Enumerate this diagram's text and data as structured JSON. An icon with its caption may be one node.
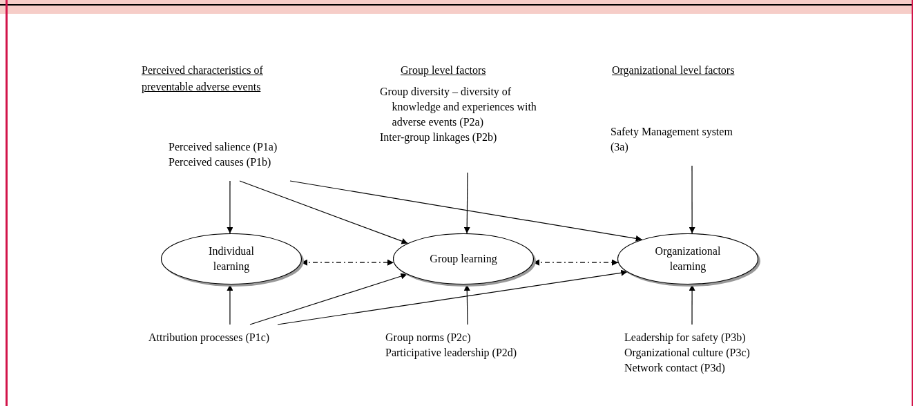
{
  "diagram": {
    "nodes": [
      {
        "text": [
          "Individual learning"
        ]
      },
      {
        "text": [
          "Group learning"
        ]
      },
      {
        "text": [
          "Organizational learning"
        ]
      },
      {
        "text": [
          "Perceived salience (P1a)",
          "Perceived causes (P1b)"
        ]
      },
      {
        "text": [
          "Group diversity – diversity of knowledge and experiences with adverse events (P2a)",
          "Inter-group linkages (P2b)"
        ]
      },
      {
        "text": [
          "Safety Management system (3a)"
        ]
      },
      {
        "text": [
          "Attribution processes (P1c)"
        ]
      },
      {
        "text": [
          "Group norms (P2c)",
          "Participative leadership (P2d)"
        ]
      },
      {
        "text": [
          "Leadership for safety (P3b)",
          "Organizational culture (P3c)",
          "Network contact (P3d)"
        ]
      }
    ],
    "edges": [
      {
        "from": 3,
        "to": 0,
        "arrow": "to"
      },
      {
        "from": 3,
        "to": 1,
        "arrow": "to"
      },
      {
        "from": 3,
        "to": 2,
        "arrow": "to"
      },
      {
        "from": 4,
        "to": 1,
        "arrow": "to"
      },
      {
        "from": 5,
        "to": 2,
        "arrow": "to"
      },
      {
        "from": 6,
        "to": 0,
        "arrow": "to"
      },
      {
        "from": 6,
        "to": 1,
        "arrow": "to"
      },
      {
        "from": 6,
        "to": 2,
        "arrow": "to"
      },
      {
        "from": 7,
        "to": 1,
        "arrow": "to"
      },
      {
        "from": 8,
        "to": 2,
        "arrow": "to"
      },
      {
        "from": 0,
        "to": 1,
        "arrow": "both",
        "style": "dashed"
      },
      {
        "from": 1,
        "to": 2,
        "arrow": "both",
        "style": "dashed"
      }
    ],
    "labels": [
      "Perceived characteristics of preventable adverse events",
      "Group level factors",
      "Organizational level factors"
    ]
  }
}
